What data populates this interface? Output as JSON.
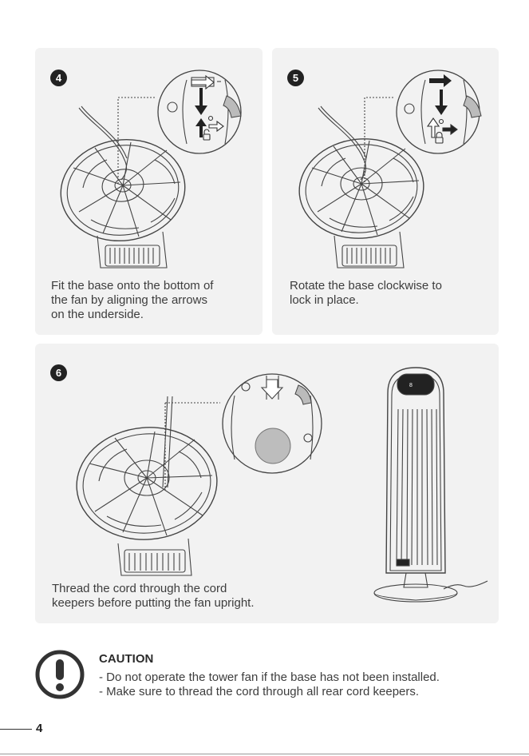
{
  "steps": [
    {
      "number": "4",
      "caption_lines": [
        "Fit the base onto the bottom of",
        "the fan by aligning the arrows",
        "on the underside."
      ]
    },
    {
      "number": "5",
      "caption_lines": [
        "Rotate the base clockwise to",
        "lock in place."
      ]
    },
    {
      "number": "6",
      "caption_lines": [
        "Thread the cord through the cord",
        "keepers before putting the fan upright."
      ]
    }
  ],
  "caution": {
    "title": "CAUTION",
    "lines": [
      "- Do not operate the tower fan if the base has not been installed.",
      "- Make sure to thread the cord through all rear cord keepers."
    ],
    "icon": "exclamation-circle-icon"
  },
  "page_number": "4",
  "colors": {
    "panel_background": "#f2f2f2",
    "badge": "#222222",
    "line_art": "#444444"
  }
}
